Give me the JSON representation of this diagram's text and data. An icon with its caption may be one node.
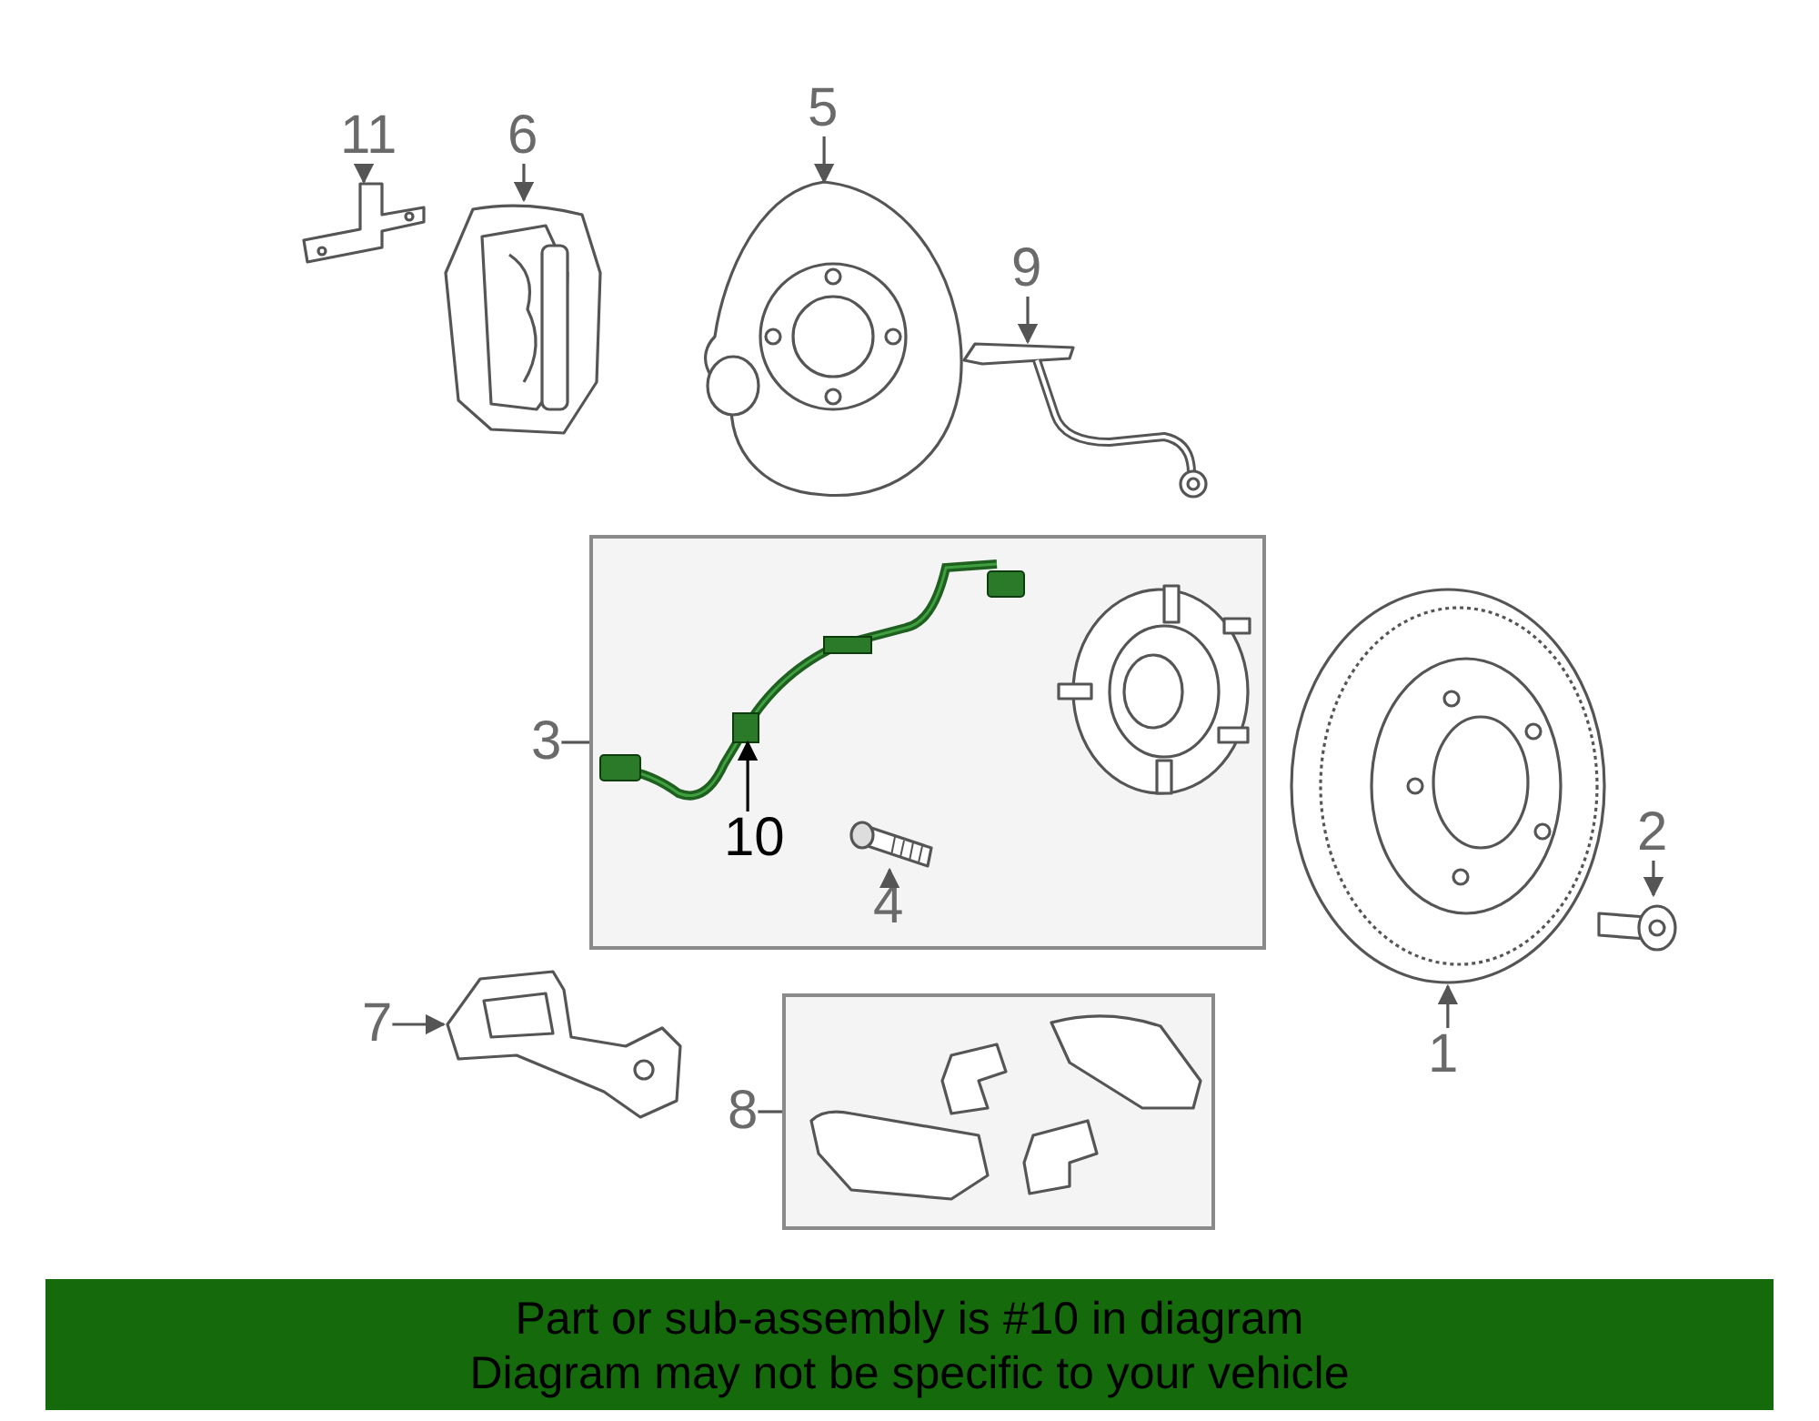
{
  "diagram": {
    "nodes": [
      {
        "text": [
          "11"
        ]
      },
      {
        "text": [],
        "shape": "picture"
      },
      {
        "text": [
          "6"
        ]
      },
      {
        "text": [],
        "shape": "picture"
      },
      {
        "text": [
          "5"
        ]
      },
      {
        "text": [],
        "shape": "picture"
      },
      {
        "text": [
          "9"
        ]
      },
      {
        "text": [],
        "shape": "picture"
      },
      {
        "text": [
          "3"
        ]
      },
      {
        "text": [],
        "shape": "box"
      },
      {
        "text": [],
        "shape": "picture",
        "in": 9
      },
      {
        "text": [
          "10"
        ],
        "in": 9
      },
      {
        "text": [],
        "shape": "picture",
        "in": 9
      },
      {
        "text": [
          "4"
        ],
        "in": 9
      },
      {
        "text": [
          "2"
        ]
      },
      {
        "text": [],
        "shape": "picture"
      },
      {
        "text": [
          "1"
        ]
      },
      {
        "text": [],
        "shape": "picture"
      },
      {
        "text": [
          "7"
        ]
      },
      {
        "text": [],
        "shape": "picture"
      },
      {
        "text": [
          "8"
        ]
      },
      {
        "text": [],
        "shape": "box"
      }
    ],
    "edges": [
      {
        "from": 0,
        "to": 1,
        "arrow": "to"
      },
      {
        "from": 2,
        "to": 3,
        "arrow": "to"
      },
      {
        "from": 4,
        "to": 5,
        "arrow": "to"
      },
      {
        "from": 6,
        "to": 7,
        "arrow": "to"
      },
      {
        "from": 8,
        "to": 9,
        "arrow": "none"
      },
      {
        "from": 11,
        "to": 10,
        "arrow": "to",
        "color": "#000000"
      },
      {
        "from": 13,
        "to": 12,
        "arrow": "to"
      },
      {
        "from": 14,
        "to": 15,
        "arrow": "to"
      },
      {
        "from": 16,
        "to": 17,
        "arrow": "to"
      },
      {
        "from": 18,
        "to": 19,
        "arrow": "to"
      },
      {
        "from": 20,
        "to": 21,
        "arrow": "none"
      }
    ],
    "labels": [
      "Part or sub-assembly is #10 in diagram",
      "Diagram may not be specific to your vehicle"
    ]
  }
}
